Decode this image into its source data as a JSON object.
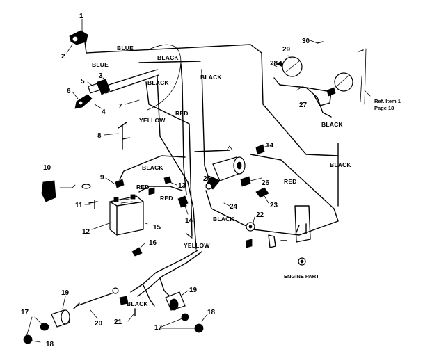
{
  "wire_labels": {
    "blue_top": "BLUE",
    "black_top": "BLACK",
    "blue_left": "BLUE",
    "black_right": "BLACK",
    "black_middle": "BLACK",
    "red_middle": "RED",
    "yellow_middle": "YELLOW",
    "black_harness": "BLACK",
    "black_right2": "BLACK",
    "red_right": "RED",
    "black_battery": "BLACK",
    "red_battery1": "RED",
    "red_battery2": "RED",
    "black_lower": "BLACK",
    "yellow_lower": "YELLOW",
    "black_bottom": "BLACK"
  },
  "notes": {
    "ref_line1": "Ref. Item 1",
    "ref_line2": "Page 18",
    "engine_part": "ENGINE PART"
  },
  "callouts": {
    "n1": "1",
    "n2": "2",
    "n3": "3",
    "n4": "4",
    "n5": "5",
    "n6": "6",
    "n7": "7",
    "n8": "8",
    "n9": "9",
    "n10": "10",
    "n11": "11",
    "n12": "12",
    "n13": "13",
    "n14a": "14",
    "n14b": "14",
    "n15": "15",
    "n16": "16",
    "n17a": "17",
    "n17b": "17",
    "n18a": "18",
    "n18b": "18",
    "n19a": "19",
    "n19b": "19",
    "n20": "20",
    "n21": "21",
    "n22": "22",
    "n23": "23",
    "n24": "24",
    "n25": "25",
    "n26": "26",
    "n27": "27",
    "n28": "28",
    "n29": "29",
    "n30": "30"
  }
}
